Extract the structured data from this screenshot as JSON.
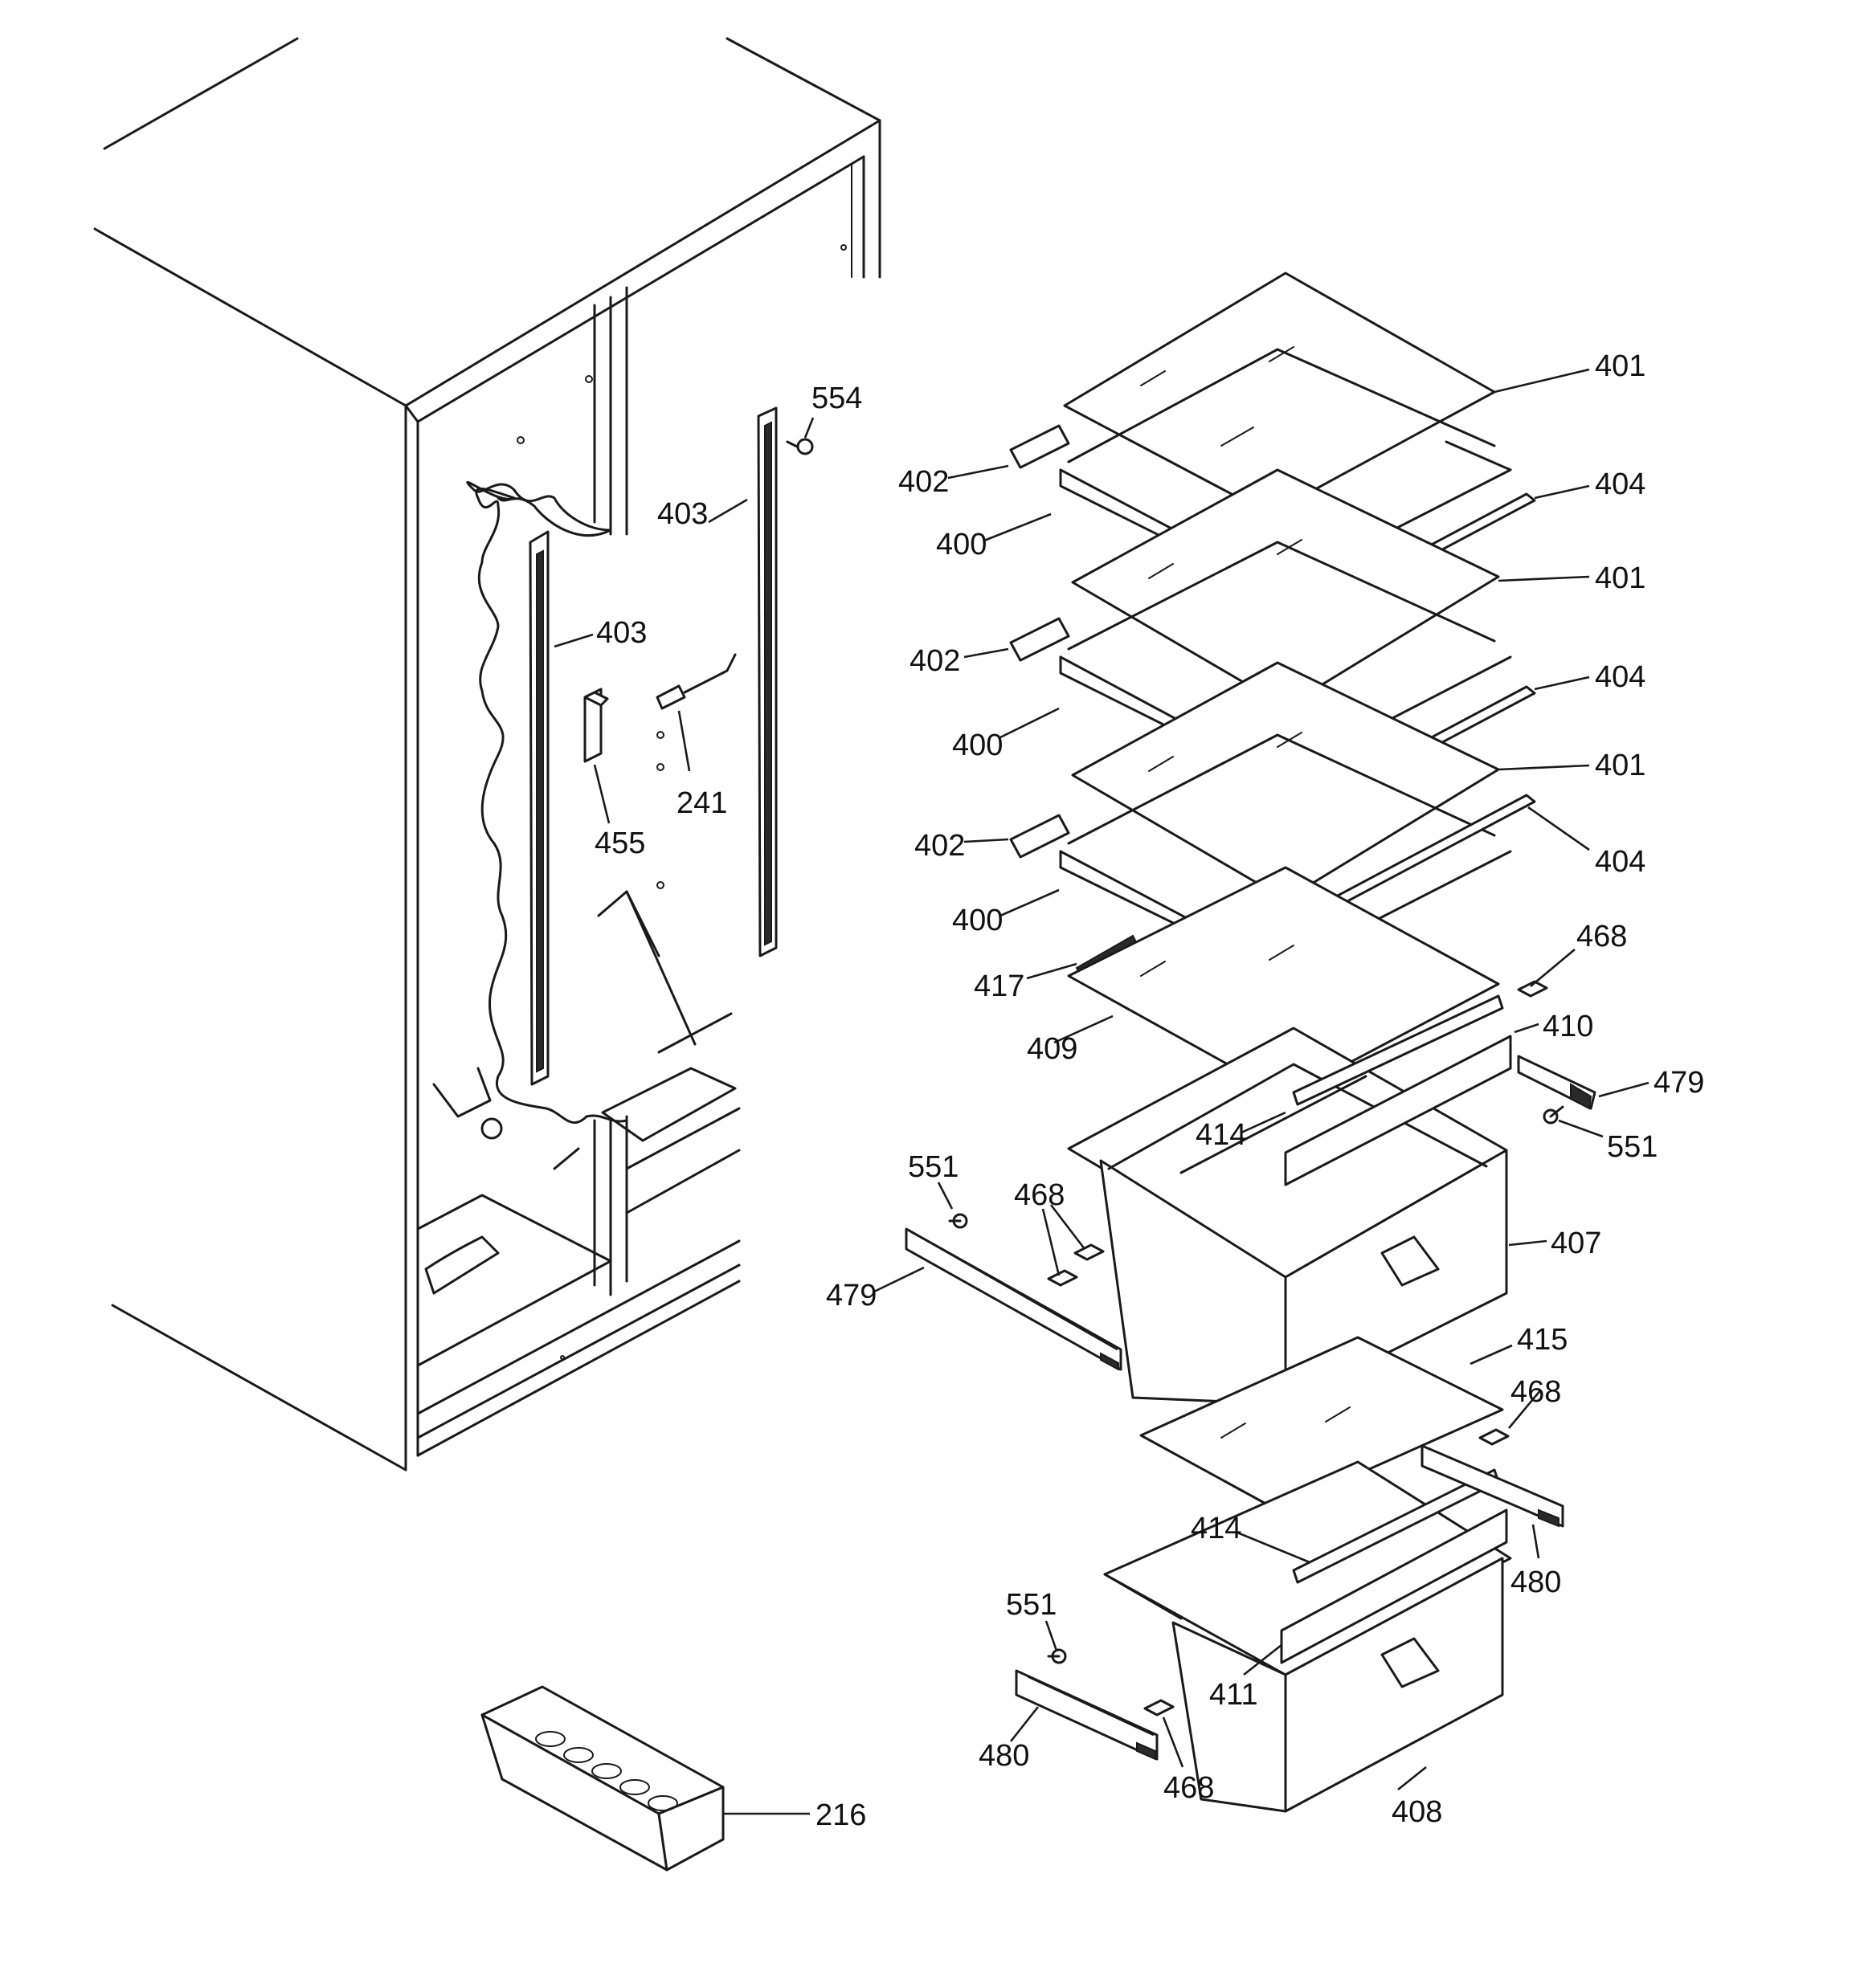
{
  "callouts": [
    {
      "id": "401a",
      "text": "401"
    },
    {
      "id": "402a",
      "text": "402"
    },
    {
      "id": "400a",
      "text": "400"
    },
    {
      "id": "404a",
      "text": "404"
    },
    {
      "id": "401b",
      "text": "401"
    },
    {
      "id": "402b",
      "text": "402"
    },
    {
      "id": "400b",
      "text": "400"
    },
    {
      "id": "404b",
      "text": "404"
    },
    {
      "id": "401c",
      "text": "401"
    },
    {
      "id": "402c",
      "text": "402"
    },
    {
      "id": "400c",
      "text": "400"
    },
    {
      "id": "404c",
      "text": "404"
    },
    {
      "id": "554",
      "text": "554"
    },
    {
      "id": "403a",
      "text": "403"
    },
    {
      "id": "403b",
      "text": "403"
    },
    {
      "id": "241",
      "text": "241"
    },
    {
      "id": "455",
      "text": "455"
    },
    {
      "id": "417",
      "text": "417"
    },
    {
      "id": "409",
      "text": "409"
    },
    {
      "id": "468a",
      "text": "468"
    },
    {
      "id": "410",
      "text": "410"
    },
    {
      "id": "479a",
      "text": "479"
    },
    {
      "id": "551a",
      "text": "551"
    },
    {
      "id": "414a",
      "text": "414"
    },
    {
      "id": "407",
      "text": "407"
    },
    {
      "id": "551b",
      "text": "551"
    },
    {
      "id": "468b",
      "text": "468"
    },
    {
      "id": "479b",
      "text": "479"
    },
    {
      "id": "415",
      "text": "415"
    },
    {
      "id": "468c",
      "text": "468"
    },
    {
      "id": "414b",
      "text": "414"
    },
    {
      "id": "480a",
      "text": "480"
    },
    {
      "id": "551c",
      "text": "551"
    },
    {
      "id": "411",
      "text": "411"
    },
    {
      "id": "480b",
      "text": "480"
    },
    {
      "id": "468d",
      "text": "468"
    },
    {
      "id": "408",
      "text": "408"
    },
    {
      "id": "216",
      "text": "216"
    }
  ]
}
